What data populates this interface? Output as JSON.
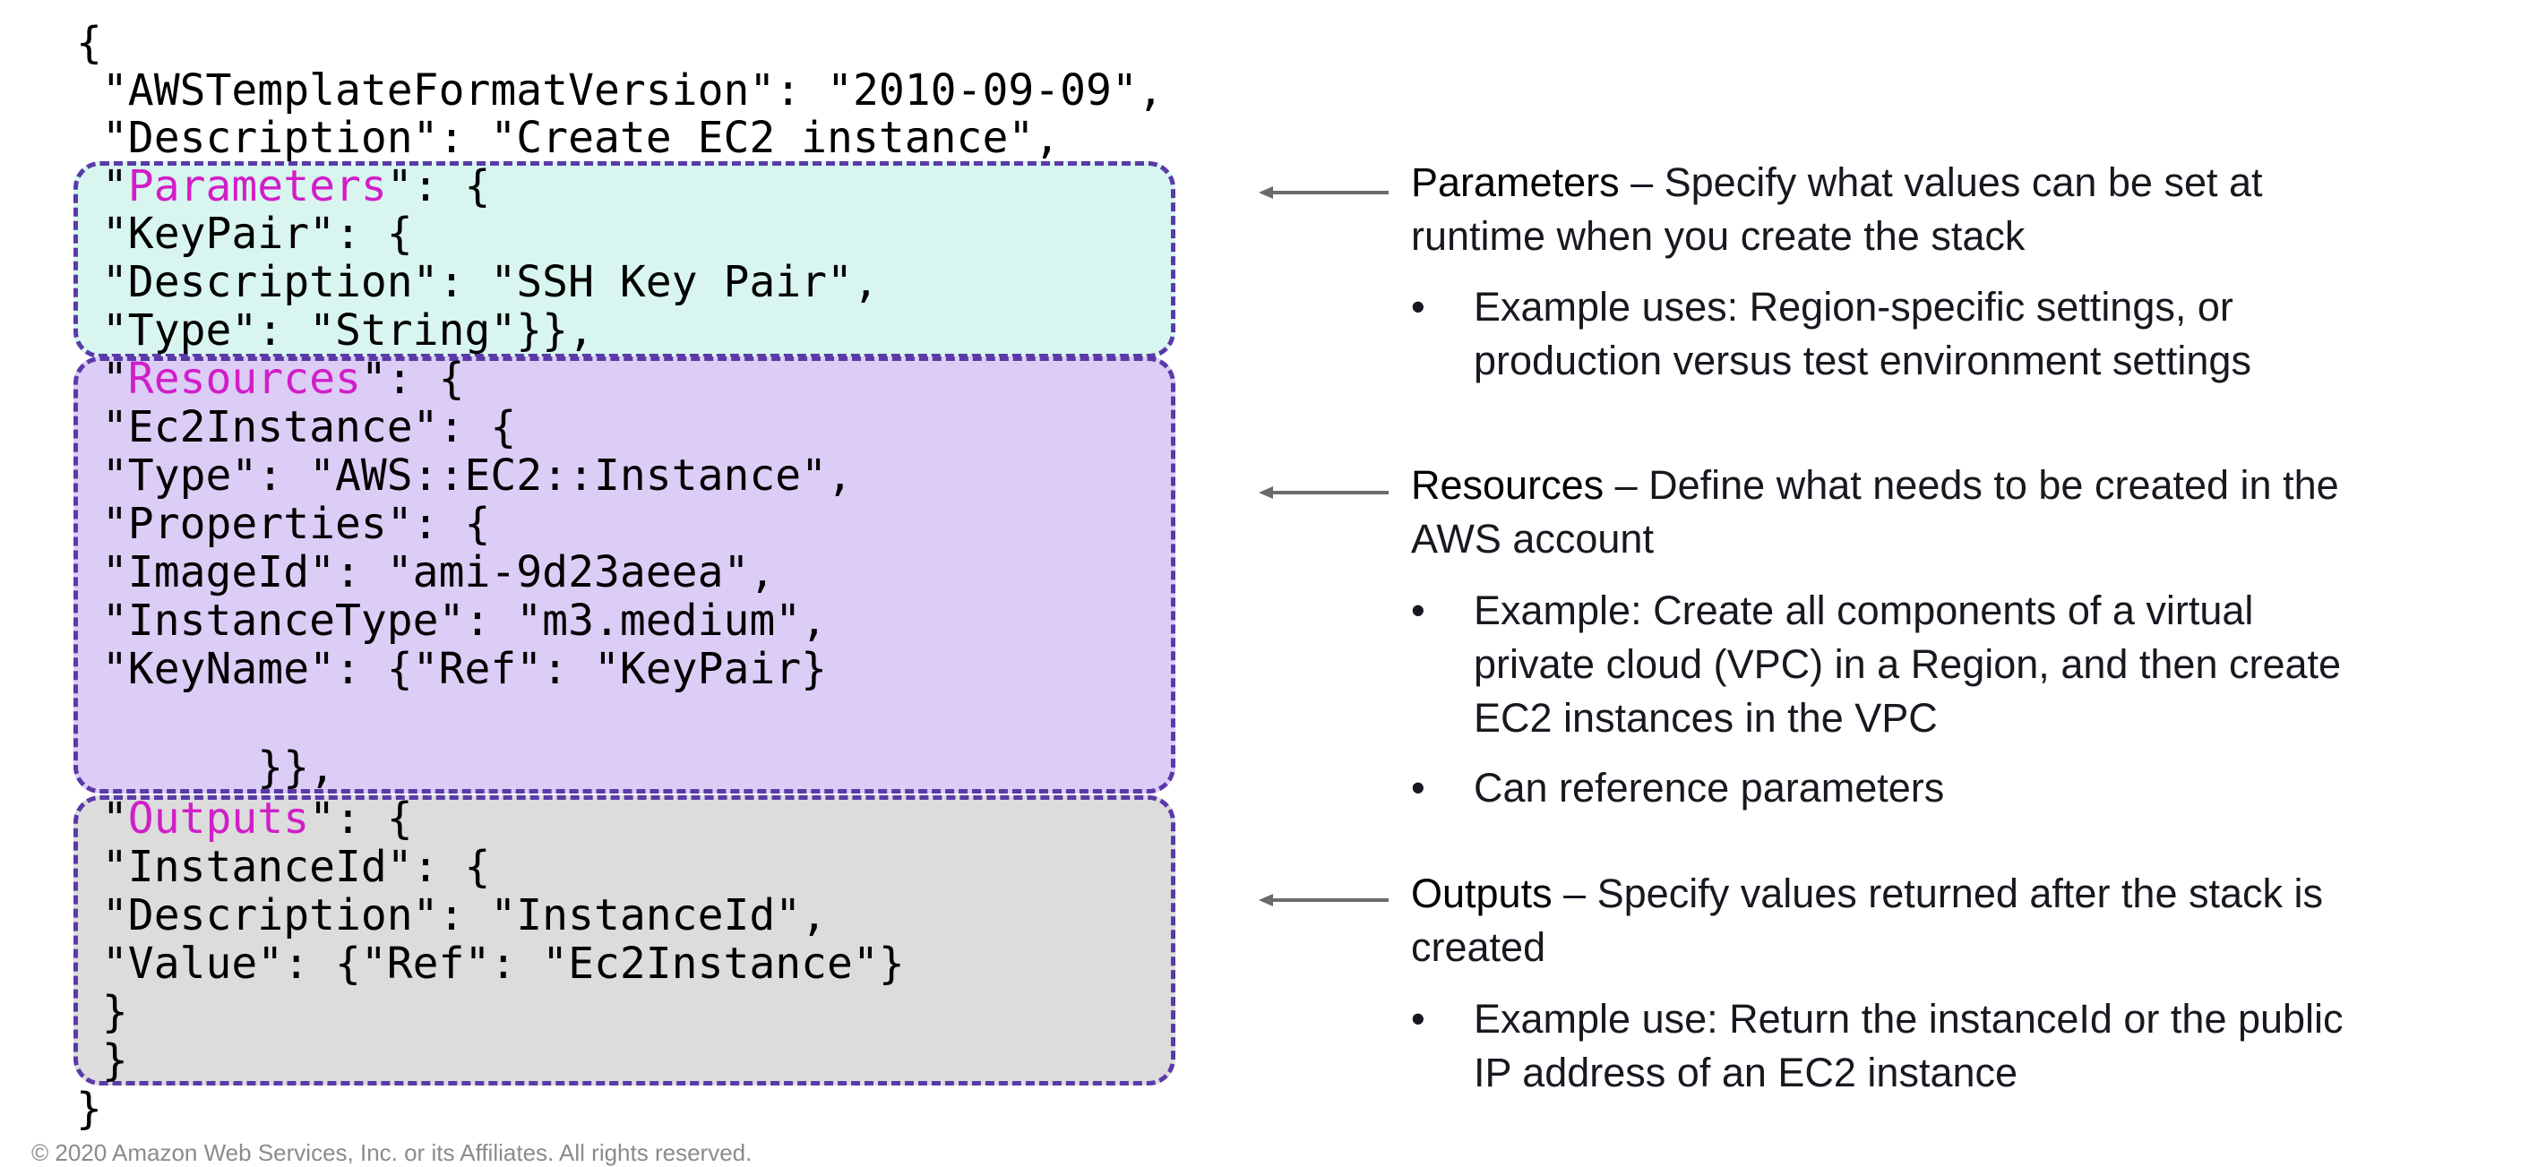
{
  "code": {
    "boxes": {
      "parameters_color": "#d8f6ef",
      "resources_color": "#dccdf6",
      "outputs_color": "#dcdcdc",
      "border_color": "#5a3aa8",
      "keyword_color": "#d11ec8"
    },
    "lines": [
      "{",
      " \"AWSTemplateFormatVersion\": \"2010-09-09\",",
      " \"Description\": \"Create EC2 instance\",",
      " \"KeyPair\": {",
      " \"Description\": \"SSH Key Pair\",",
      " \"Type\": \"String\"}},",
      " \"Ec2Instance\": {",
      " \"Type\": \"AWS::EC2::Instance\",",
      " \"Properties\": {",
      " \"ImageId\": \"ami-9d23aeea\",",
      " \"InstanceType\": \"m3.medium\",",
      " \"KeyName\": {\"Ref\": \"KeyPair}",
      "       }},",
      " \"InstanceId\": {",
      " \"Description\": \"InstanceId\",",
      " \"Value\": {\"Ref\": \"Ec2Instance\"}",
      " }",
      " }",
      "}"
    ],
    "section_keys": {
      "parameters": {
        "pre": " \"",
        "key": "Parameters",
        "post": "\": {"
      },
      "resources": {
        "pre": " \"",
        "key": "Resources",
        "post": "\": {"
      },
      "outputs": {
        "pre": " \"",
        "key": "Outputs",
        "post": "\": {"
      }
    }
  },
  "notes": {
    "parameters": {
      "term": "Parameters",
      "line1": " – Specify what values can be set at",
      "line2": "runtime when you create the stack",
      "bullets": [
        {
          "dot": "•",
          "l1": "Example uses: Region-specific settings, or",
          "l2": "production versus test environment settings"
        }
      ]
    },
    "resources": {
      "term": "Resources",
      "line1": " – Define what needs to be created in the",
      "line2": "AWS account",
      "bullets": [
        {
          "dot": "•",
          "l1": "Example: Create all components of a virtual",
          "l2": "private cloud (VPC) in a Region, and then create",
          "l3": "EC2 instances in the VPC"
        },
        {
          "dot": "•",
          "l1": "Can reference parameters"
        }
      ]
    },
    "outputs": {
      "term": "Outputs",
      "line1": " – Specify values returned after the stack is",
      "line2": "created",
      "bullets": [
        {
          "dot": "•",
          "l1": "Example use: Return the instanceId or the public",
          "l2": "IP address of an EC2 instance"
        }
      ]
    }
  },
  "footer": "© 2020 Amazon Web Services, Inc. or its Affiliates. All rights reserved."
}
